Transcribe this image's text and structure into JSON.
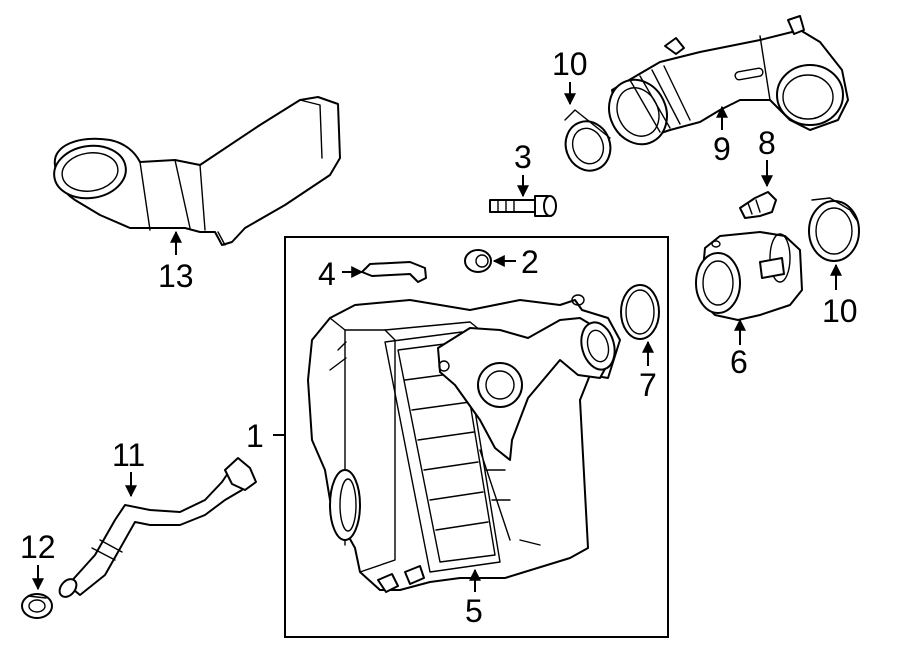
{
  "callouts": {
    "c1": "1",
    "c2": "2",
    "c3": "3",
    "c4": "4",
    "c5": "5",
    "c6": "6",
    "c7": "7",
    "c8": "8",
    "c9": "9",
    "c10a": "10",
    "c10b": "10",
    "c11": "11",
    "c12": "12",
    "c13": "13"
  },
  "colors": {
    "line": "#000000",
    "background": "#ffffff"
  }
}
